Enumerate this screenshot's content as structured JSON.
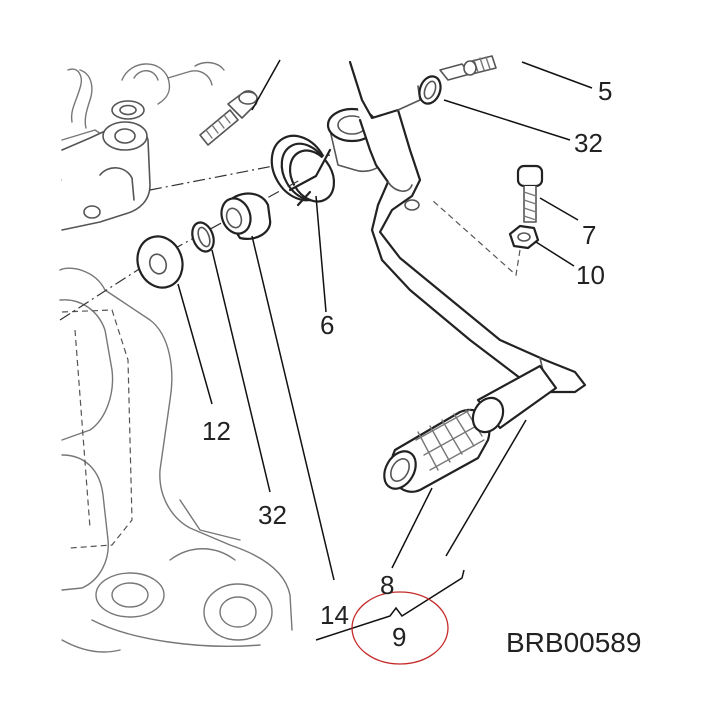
{
  "callouts": {
    "c5": "5",
    "c32_top": "32",
    "c7": "7",
    "c10": "10",
    "c6": "6",
    "c12": "12",
    "c32_bottom": "32",
    "c14": "14",
    "c8": "8",
    "c9": "9"
  },
  "drawing_code": "BRB00589",
  "colors": {
    "line": "#555555",
    "ink": "#222222",
    "annotation_circle": "#c42a2a"
  }
}
